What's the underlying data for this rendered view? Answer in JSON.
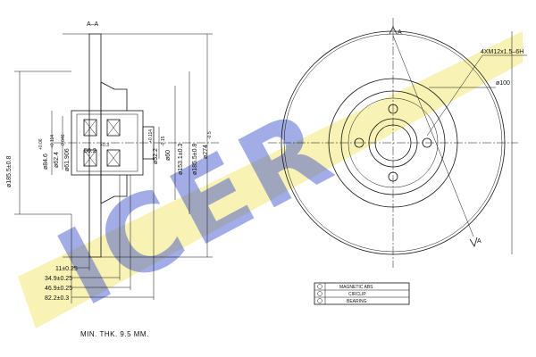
{
  "section": {
    "label": "A–A"
  },
  "watermark": {
    "text": "ICER",
    "banner_color": "#f5ef9c",
    "text_color": "#3046c8"
  },
  "dimensions": {
    "outer_diameter": "ø185.5±0.8",
    "hub_diameter": "ø84.6",
    "hub_tol_upper": "+0.06",
    "hub_tol_lower": "0",
    "bearing_diameter": "ø62.4",
    "bearing_tol_upper": "+0.114",
    "bearing_tol_lower": "0",
    "inner_diameter": "ø61.906",
    "inner_tol_upper": "0.046",
    "inner_tol_lower": "0",
    "seat_diameter": "50.2",
    "seat_tol": "+0.3",
    "center_diameter": "ø52.2",
    "center_tol_upper": "+0.114",
    "center_tol_lower": "0",
    "pilot_diameter": "ø60",
    "pilot_tol": "-0.15",
    "bolt_circle_diameter": "ø153.1±0.3",
    "friction_diameter": "ø185.5±0.8",
    "disc_diameter": "ø274",
    "disc_tol": "-0.5",
    "thread_spec": "4XM12x1.5–6H",
    "pcd_label": "ø100",
    "section_mark": "A"
  },
  "length_dims": [
    "11±0.25",
    "34.9±0.25",
    "46.9±0.25",
    "82.2±0.3"
  ],
  "legend": {
    "items": [
      "MAGNETIC ABS",
      "CIRCLIP",
      "BEARING"
    ]
  },
  "min_thickness": "MIN. THK. 9.5 MM."
}
